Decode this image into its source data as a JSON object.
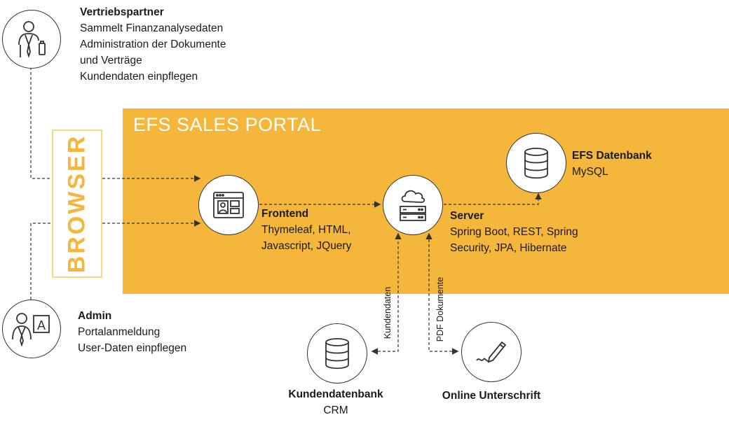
{
  "portal_title": "EFS SALES PORTAL",
  "browser_label": "BROWSER",
  "vertriebspartner": {
    "title": "Vertriebspartner",
    "lines": [
      "Sammelt Finanzanalysedaten",
      "Administration der Dokumente",
      "und Verträge",
      "Kundendaten einpflegen"
    ]
  },
  "admin": {
    "title": "Admin",
    "lines": [
      "Portalanmeldung",
      "User-Daten einpflegen"
    ]
  },
  "frontend": {
    "title": "Frontend",
    "lines": [
      "Thymeleaf, HTML,",
      "Javascript, JQuery"
    ]
  },
  "server": {
    "title": "Server",
    "lines": [
      "Spring Boot, REST, Spring",
      "Security, JPA, Hibernate"
    ]
  },
  "efs_db": {
    "title": "EFS Datenbank",
    "subtitle": "MySQL"
  },
  "kunden_db": {
    "title": "Kundendatenbank",
    "subtitle": "CRM"
  },
  "online_signature": {
    "title": "Online Unterschrift"
  },
  "edge_labels": {
    "kundendaten": "Kundendaten",
    "pdf_dokumente": "PDF Dokumente"
  },
  "colors": {
    "portal": "#f4b73b",
    "browser_border": "#f7d77f",
    "line": "#333333"
  },
  "icons": {
    "vertriebspartner": "businessman-with-bag-icon",
    "admin": "admin-with-letter-icon",
    "frontend": "browser-window-icon",
    "server": "cloud-server-icon",
    "efs_db": "database-icon",
    "kunden_db": "database-icon",
    "online_signature": "pen-signature-icon"
  }
}
